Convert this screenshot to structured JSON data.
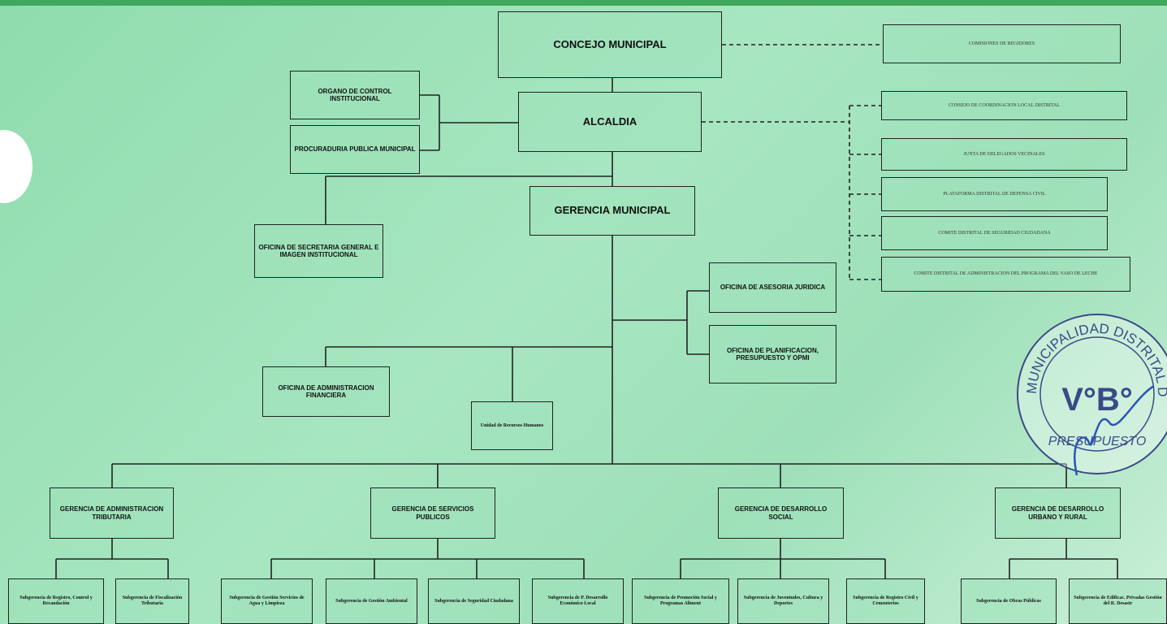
{
  "nodes": {
    "concejo": "CONCEJO MUNICIPAL",
    "comisiones": "COMISIONES DE REGIDORES",
    "organo": "ORGANO DE CONTROL INSTITUCIONAL",
    "procuraduria": "PROCURADURIA PUBLICA MUNICIPAL",
    "alcaldia": "ALCALDIA",
    "consejo": "CONSEJO DE COORDINACION LOCAL DISTRITAL",
    "junta": "JUNTA DE DELEGADOS VECINALES",
    "plataforma": "PLATAFORMA DISTRITAL DE DEFENSA CIVIL",
    "comite_seguridad": "COMITE DISTRITAL DE SEGURIDAD CIUDADANA",
    "comite_vaso": "COMITE DISTRITAL DE ADMINISTRACION DEL PROGRAMA DEL VASO DE LECHE",
    "gerencia_municipal": "GERENCIA MUNICIPAL",
    "secretaria": "OFICINA DE SECRETARIA GENERAL E IMAGEN INSTITUCIONAL",
    "asesoria": "OFICINA DE ASESORIA JURIDICA",
    "planificacion": "OFICINA DE PLANIFICACION, PRESUPUESTO Y OPMI",
    "administracion": "OFICINA DE ADMINISTRACION FINANCIERA",
    "rrhh": "Unidad de Recursos Humanos",
    "ger_tributaria": "GERENCIA DE ADMINISTRACION TRIBUTARIA",
    "ger_servicios": "GERENCIA DE SERVICIOS PUBLICOS",
    "ger_social": "GERENCIA DE DESARROLLO SOCIAL",
    "ger_urbano": "GERENCIA DE DESARROLLO URBANO Y RURAL",
    "sub_registro": "Subgerencia de Registro, Control y Recaudación",
    "sub_fiscalizacion": "Subgerencia de Fiscalización Tributaria",
    "sub_gestion_servicios": "Subgerencia de Gestión Servicios de Agua y Limpieza",
    "sub_ambiental": "Subgerencia de Gestión Ambiental",
    "sub_seguridad": "Subgerencia de Seguridad Ciudadana",
    "sub_economico": "Subgerencia de P. Desarrollo Económico Local",
    "sub_promocion": "Subgerencia de Promoción Social y Programas Aliment",
    "sub_juventudes": "Subgerencia de Juventudes, Cultura y Deportes",
    "sub_registro_civil": "Subgerencia de Registro Civil y Cementerios",
    "sub_obras": "Subgerencia de Obras Públicas",
    "sub_edificaciones": "Subgerencia de Edificac. Privadas Gestión del R. Desastr"
  },
  "stamp": {
    "ring_text": "MUNICIPALIDAD DISTRITAL DE",
    "center_text": "V°B°",
    "bottom_text": "PRESUPUESTO"
  },
  "colors": {
    "background": "#a7e6c1",
    "topbar": "#3fa85c",
    "line": "#222222",
    "stamp": "#3a4a86",
    "signature": "#2b55b8"
  }
}
